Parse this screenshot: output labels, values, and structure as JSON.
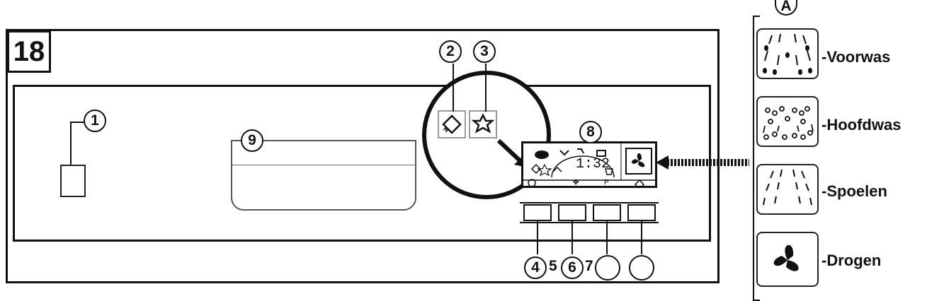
{
  "figure": {
    "number": "18"
  },
  "callouts": {
    "c1": "1",
    "c2": "2",
    "c3": "3",
    "c8": "8",
    "c9": "9",
    "c4": "4",
    "c5": "5",
    "c6": "6",
    "c7": "7",
    "legend_marker": "A"
  },
  "display": {
    "readout": "1:32"
  },
  "legend": [
    {
      "icon": "prewash-icon",
      "label": "-Voorwas"
    },
    {
      "icon": "mainwash-icon",
      "label": "-Hoofdwas"
    },
    {
      "icon": "rinse-icon",
      "label": "-Spoelen"
    },
    {
      "icon": "fan-icon",
      "label": "-Drogen"
    }
  ]
}
